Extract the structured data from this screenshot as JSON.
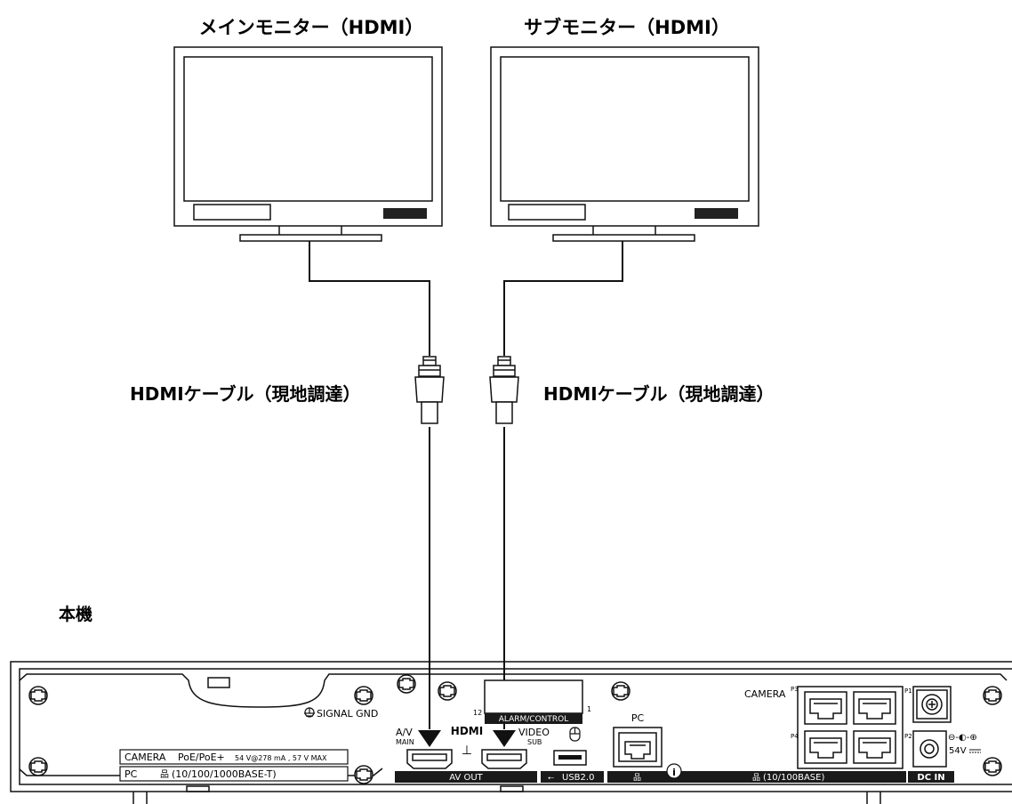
{
  "labels": {
    "main_monitor": "メインモニター（HDMI）",
    "sub_monitor": "サブモニター（HDMI）",
    "cable_left": "HDMIケーブル（現地調達）",
    "cable_right": "HDMIケーブル（現地調達）",
    "unit": "本機"
  },
  "panel": {
    "signal_gnd": "SIGNAL GND",
    "alarm_control": "ALARM/CONTROL",
    "alarm_pin_left": "12",
    "alarm_pin_right": "1",
    "av_main_top": "A/V",
    "av_main_bottom": "MAIN",
    "hdmi_logo": "HDMI",
    "ground_symbol": "⊥",
    "video_sub_top": "VIDEO",
    "video_sub_bottom": "SUB",
    "av_out": "AV OUT",
    "usb": "USB2.0",
    "pc": "PC",
    "camera": "CAMERA",
    "port_p1": "P1",
    "port_p2": "P2",
    "port_p3": "P3",
    "port_p4": "P4",
    "lan_camera": "(10/100BASE)",
    "dc_in": "DC IN",
    "dc_voltage": "54V",
    "spec_camera_name": "CAMERA",
    "spec_camera_poe": "PoE/PoE+",
    "spec_camera_rating": "54 V@278 mA , 57 V  MAX",
    "spec_pc_name": "PC",
    "spec_pc_lan": "(10/100/1000BASE-T)"
  },
  "colors": {
    "line": "#111111",
    "label_bar": "#1a1a1a",
    "panel_fill": "#ffffff",
    "monitor_screen": "#ffffff",
    "speaker_grille": "#222222"
  },
  "icons": [
    "screw-icon",
    "network-icon",
    "usb-icon",
    "mouse-icon",
    "ground-icon",
    "dc-polarity-icon"
  ]
}
